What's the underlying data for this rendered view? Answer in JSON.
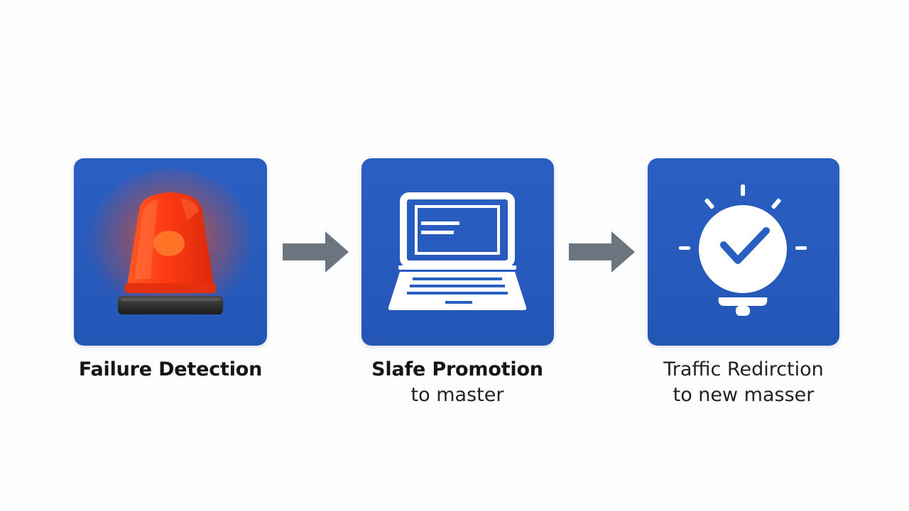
{
  "colors": {
    "background": "#fdfdfd",
    "box": "#2a5fc2",
    "arrow": "#6a7580",
    "alarm": "#ff3a12",
    "icon": "#ffffff"
  },
  "steps": [
    {
      "icon": "siren-icon",
      "title": "Failure Detection",
      "subtitle": ""
    },
    {
      "icon": "laptop-icon",
      "title": "Slafe Promotion",
      "subtitle": "to master"
    },
    {
      "icon": "lightbulb-check-icon",
      "title": "Traffic Redirction",
      "subtitle": "to new masser"
    }
  ],
  "connectors": [
    "arrow-icon",
    "arrow-icon"
  ]
}
